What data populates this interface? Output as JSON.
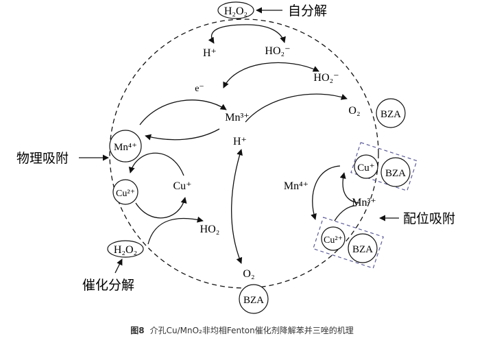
{
  "colors": {
    "ink": "#111111",
    "dash_box": "#5b5b9a",
    "caption": "#333333"
  },
  "labels": {
    "h2o2_top": "H₂O₂",
    "self_decomp": "自分解",
    "h_plus_top": "H⁺",
    "ho2_top": "HO₂⁻",
    "ho2_mid": "HO₂⁻",
    "e_minus": "e⁻",
    "mn3_center": "Mn³⁺",
    "o2_top": "O₂",
    "bza_top": "BZA",
    "h_plus_center": "H⁺",
    "physical_adsorption": "物理吸附",
    "mn4_left": "Mn⁴⁺",
    "cu2_left": "Cu²⁺",
    "cu_plus_left": "Cu⁺",
    "ho2_bottom": "HO₂",
    "h2o2_bottom": "H₂O₂",
    "catalytic_decomp": "催化分解",
    "o2_bottom": "O₂",
    "bza_bottom": "BZA",
    "cu_plus_right": "Cu⁺",
    "bza_right_top": "BZA",
    "mn4_right": "Mn⁴⁺",
    "mn3_right": "Mn³⁺",
    "coordination_adsorption": "配位吸附",
    "cu2_right": "Cu²⁺",
    "bza_right_bottom": "BZA"
  },
  "caption": {
    "figure_no": "图8",
    "text": "介孔Cu/MnO₂非均相Fenton催化剂降解苯并三唑的机理"
  }
}
